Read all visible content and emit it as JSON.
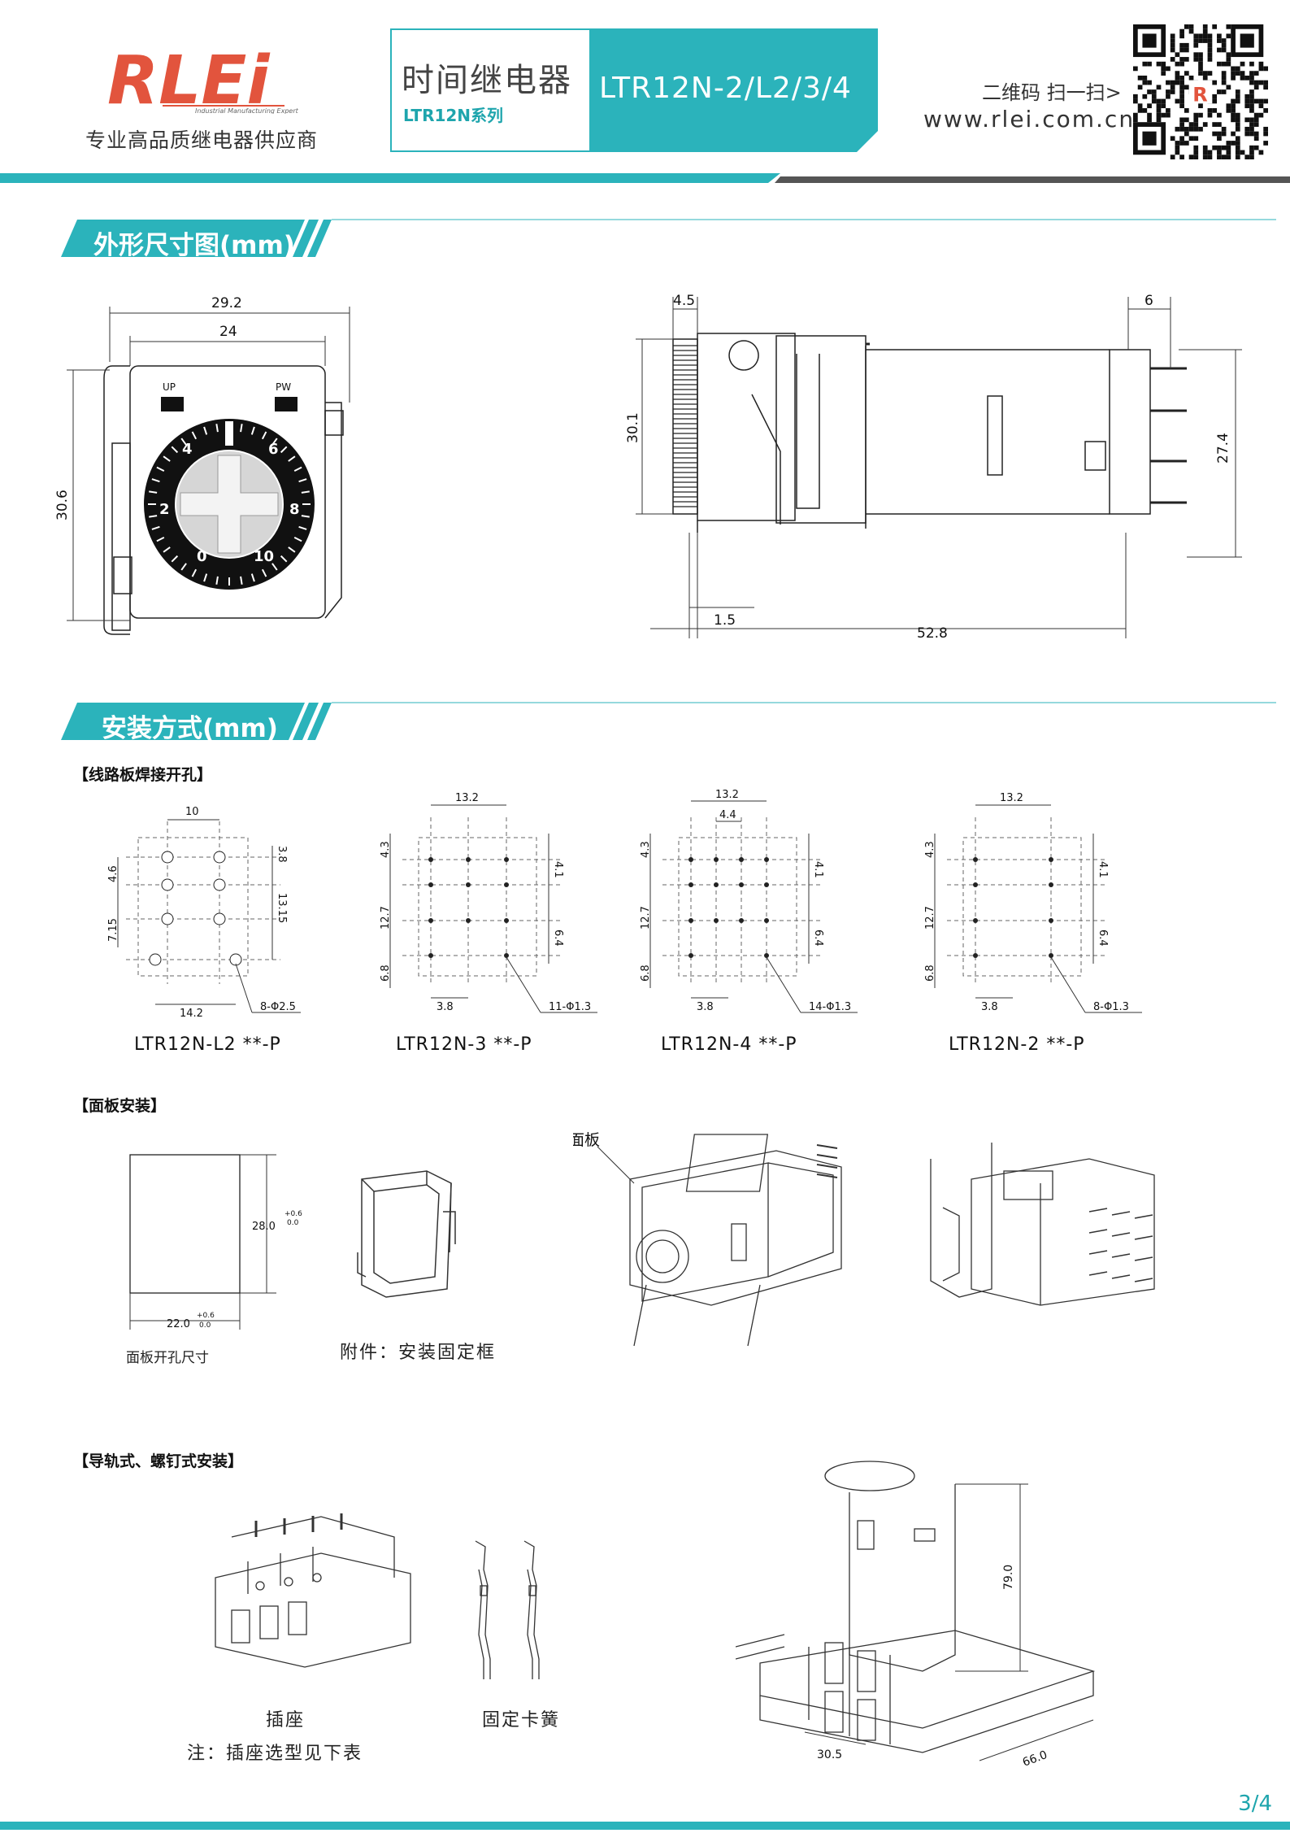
{
  "header": {
    "logo_text": "RLEi",
    "logo_tagline": "Industrial Manufacturing Expert",
    "slogan": "专业高品质继电器供应商",
    "title_cn": "时间继电器",
    "series": "LTR12N系列",
    "model": "LTR12N-2/L2/3/4",
    "qr_caption": "二维码 扫一扫>",
    "website": "www.rlei.com.cn",
    "accent_color": "#2bb3bb"
  },
  "sections": {
    "dimensions_title": "外形尺寸图(mm)",
    "install_title": "安装方式(mm)"
  },
  "front_view": {
    "dims": {
      "width_outer": "29.2",
      "width_inner": "24",
      "height": "30.6"
    },
    "labels": {
      "up": "UP",
      "pw": "PW"
    },
    "dial": [
      "0",
      "2",
      "4",
      "6",
      "8",
      "10"
    ]
  },
  "side_view": {
    "dims": {
      "top_left": "4.5",
      "top_right": "6",
      "left_height": "30.1",
      "right_height": "27.4",
      "bottom_small": "1.5",
      "length": "52.8"
    }
  },
  "pcb": {
    "subheading": "【线路板焊接开孔】",
    "diagrams": [
      {
        "model": "LTR12N-L2 **-P",
        "top": "10",
        "left": [
          "4.6",
          "7.15"
        ],
        "right": [
          "3.8",
          "13.15"
        ],
        "bottom": "14.2",
        "holes": "8-Φ2.5"
      },
      {
        "model": "LTR12N-3 **-P",
        "top": "13.2",
        "left": [
          "4.3",
          "12.7",
          "6.8"
        ],
        "right": [
          "4.1",
          "6.4"
        ],
        "bottom": "3.8",
        "holes": "11-Φ1.3"
      },
      {
        "model": "LTR12N-4 **-P",
        "top": "13.2",
        "top2": "4.4",
        "left": [
          "4.3",
          "12.7",
          "6.8"
        ],
        "right": [
          "4.1",
          "6.4"
        ],
        "bottom": "3.8",
        "holes": "14-Φ1.3"
      },
      {
        "model": "LTR12N-2 **-P",
        "top": "13.2",
        "left": [
          "4.3",
          "12.7",
          "6.8"
        ],
        "right": [
          "4.1",
          "6.4"
        ],
        "bottom": "3.8",
        "holes": "8-Φ1.3"
      }
    ]
  },
  "panel": {
    "subheading": "【面板安装】",
    "cutout_height": "28.0",
    "cutout_width": "22.0",
    "tol_plus": "+0.6",
    "tol_zero": "0.0",
    "cutout_caption": "面板开孔尺寸",
    "frame_caption": "附件：安装固定框",
    "panel_label": "面板"
  },
  "rail": {
    "subheading": "【导轨式、螺钉式安装】",
    "socket_caption": "插座",
    "socket_note": "注：插座选型见下表",
    "clip_caption": "固定卡簧",
    "dims": {
      "height": "79.0",
      "width": "30.5",
      "depth": "66.0"
    }
  },
  "footer": {
    "page": "3/4"
  }
}
